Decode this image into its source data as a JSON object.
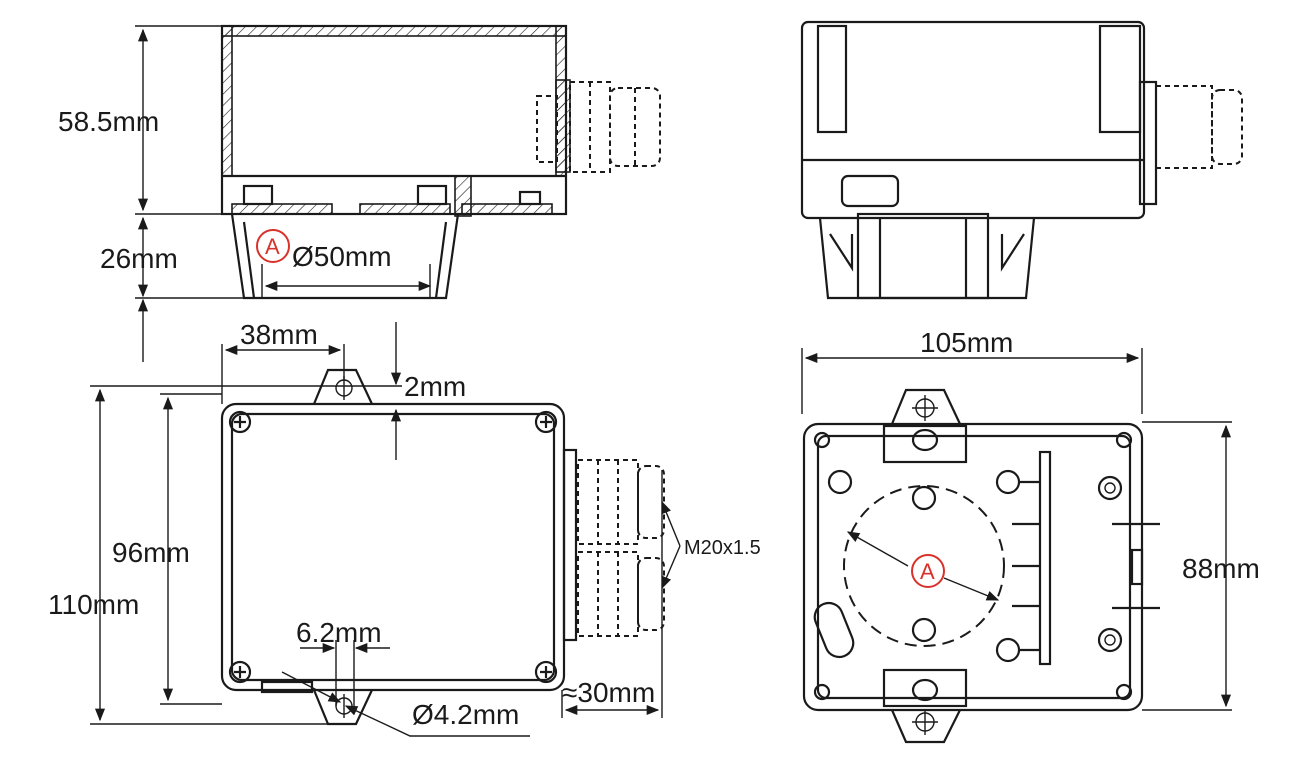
{
  "labels": {
    "height_top": "58.5mm",
    "height_base": "26mm",
    "diameter_base": "Ø50mm",
    "marker": "A",
    "offset_38": "38mm",
    "offset_2": "2mm",
    "width_105": "105mm",
    "inner_96": "96mm",
    "outer_110": "110mm",
    "slot_62": "6.2mm",
    "hole_42": "Ø4.2mm",
    "gland_30": "≈30mm",
    "thread": "M20x1.5",
    "depth_88": "88mm"
  },
  "icons": [
    "screw-icon",
    "mounting-hole-icon",
    "cable-gland-icon"
  ]
}
